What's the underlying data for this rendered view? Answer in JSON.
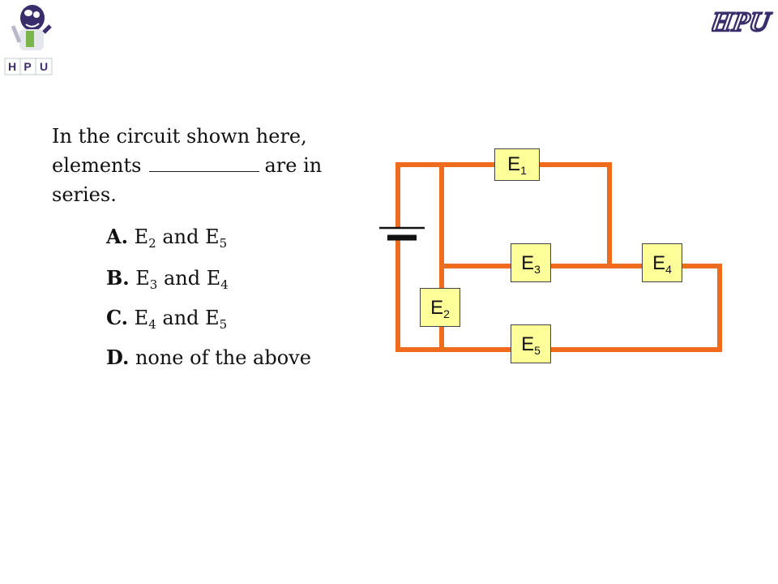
{
  "question": {
    "part1": "In the circuit shown here, elements",
    "part2": "are in series."
  },
  "options": [
    {
      "letter": "A.",
      "text_a": " E",
      "sub_a": "2",
      "mid": " and E",
      "sub_b": "5"
    },
    {
      "letter": "B.",
      "text_a": " E",
      "sub_a": "3",
      "mid": " and E",
      "sub_b": "4"
    },
    {
      "letter": "C.",
      "text_a": " E",
      "sub_a": "4",
      "mid": " and E",
      "sub_b": "5"
    },
    {
      "letter": "D.",
      "text": " none of the above"
    }
  ],
  "circuit": {
    "wire_color": "#ef6c1e",
    "element_fill": "#ffff99",
    "elements": [
      {
        "base": "E",
        "sub": "1"
      },
      {
        "base": "E",
        "sub": "2"
      },
      {
        "base": "E",
        "sub": "3"
      },
      {
        "base": "E",
        "sub": "4"
      },
      {
        "base": "E",
        "sub": "5"
      }
    ]
  },
  "logos": {
    "left_letters": [
      "H",
      "P",
      "U"
    ],
    "right_text": "HPU"
  }
}
